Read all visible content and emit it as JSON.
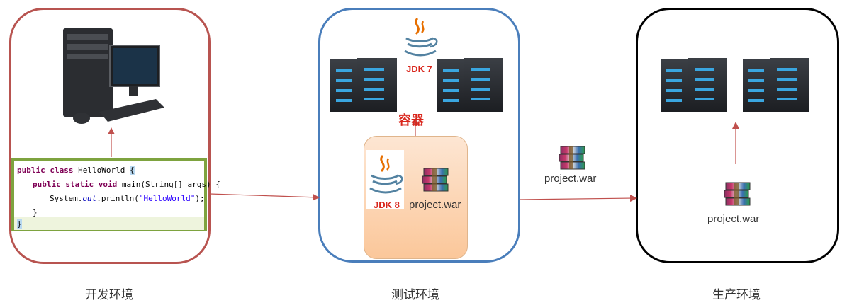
{
  "environments": {
    "dev": {
      "label": "开发环境"
    },
    "test": {
      "label": "测试环境",
      "container_label": "容器",
      "server_jdk": "JDK 7",
      "container_jdk": "JDK 8",
      "container_artifact": "project.war"
    },
    "prod": {
      "label": "生产环境",
      "artifact": "project.war"
    }
  },
  "transfer": {
    "artifact": "project.war"
  },
  "code": {
    "line1_kw": "public class",
    "line1_rest": " HelloWorld ",
    "line1_brace": "{",
    "line2_kw": "public static void",
    "line2_rest": " main(String[] args) {",
    "line3_a": "System.",
    "line3_out": "out",
    "line3_b": ".println(",
    "line3_str": "\"HelloWorld\"",
    "line3_c": ");",
    "line4": "}",
    "line5": "}"
  },
  "colors": {
    "dev_border": "#b85450",
    "test_border": "#4a7ebb",
    "prod_border": "#000000",
    "arrow": "#c0504d",
    "code_border": "#7ea33f"
  }
}
